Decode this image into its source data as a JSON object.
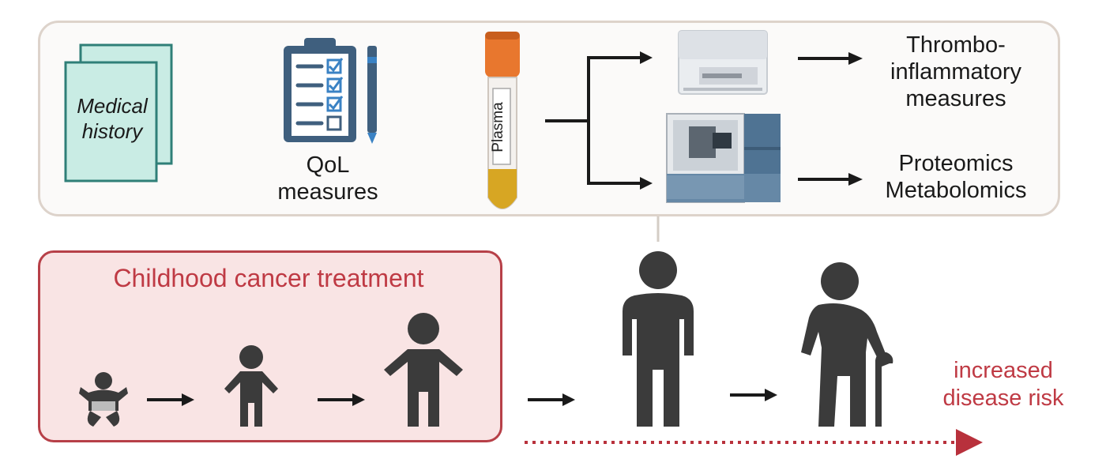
{
  "top": {
    "medical_history": "Medical history",
    "qol": [
      "QoL",
      "measures"
    ],
    "plasma": "Plasma",
    "thrombo": [
      "Thrombo-",
      "inflammatory",
      "measures"
    ],
    "omics": [
      "Proteomics",
      "Metabolomics"
    ]
  },
  "bottom": {
    "treatment_title": "Childhood cancer treatment",
    "risk": [
      "increased",
      "disease risk"
    ]
  },
  "colors": {
    "panel_border": "#ddd3cb",
    "treatment_border": "#b74048",
    "treatment_fill": "#f9e4e4",
    "accent_red": "#bf3a44",
    "figure": "#3b3b3b"
  }
}
